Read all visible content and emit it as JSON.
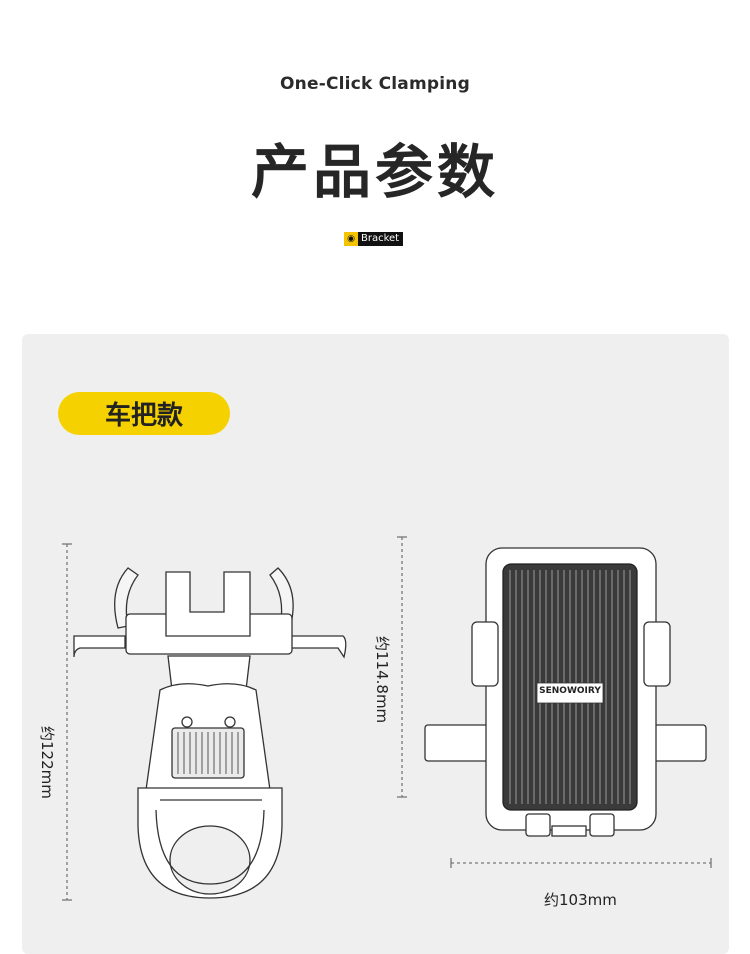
{
  "header": {
    "subtitle": "One-Click Clamping",
    "title": "产品参数",
    "tag_label": "Bracket"
  },
  "section": {
    "badge_label": "车把款"
  },
  "dimensions": {
    "left_height": "约122mm",
    "right_height": "约114.8mm",
    "right_width": "约103mm"
  },
  "product": {
    "brand": "SENOWOIRY"
  },
  "colors": {
    "accent": "#f5d100",
    "panel": "#efefef",
    "text": "#262626"
  }
}
